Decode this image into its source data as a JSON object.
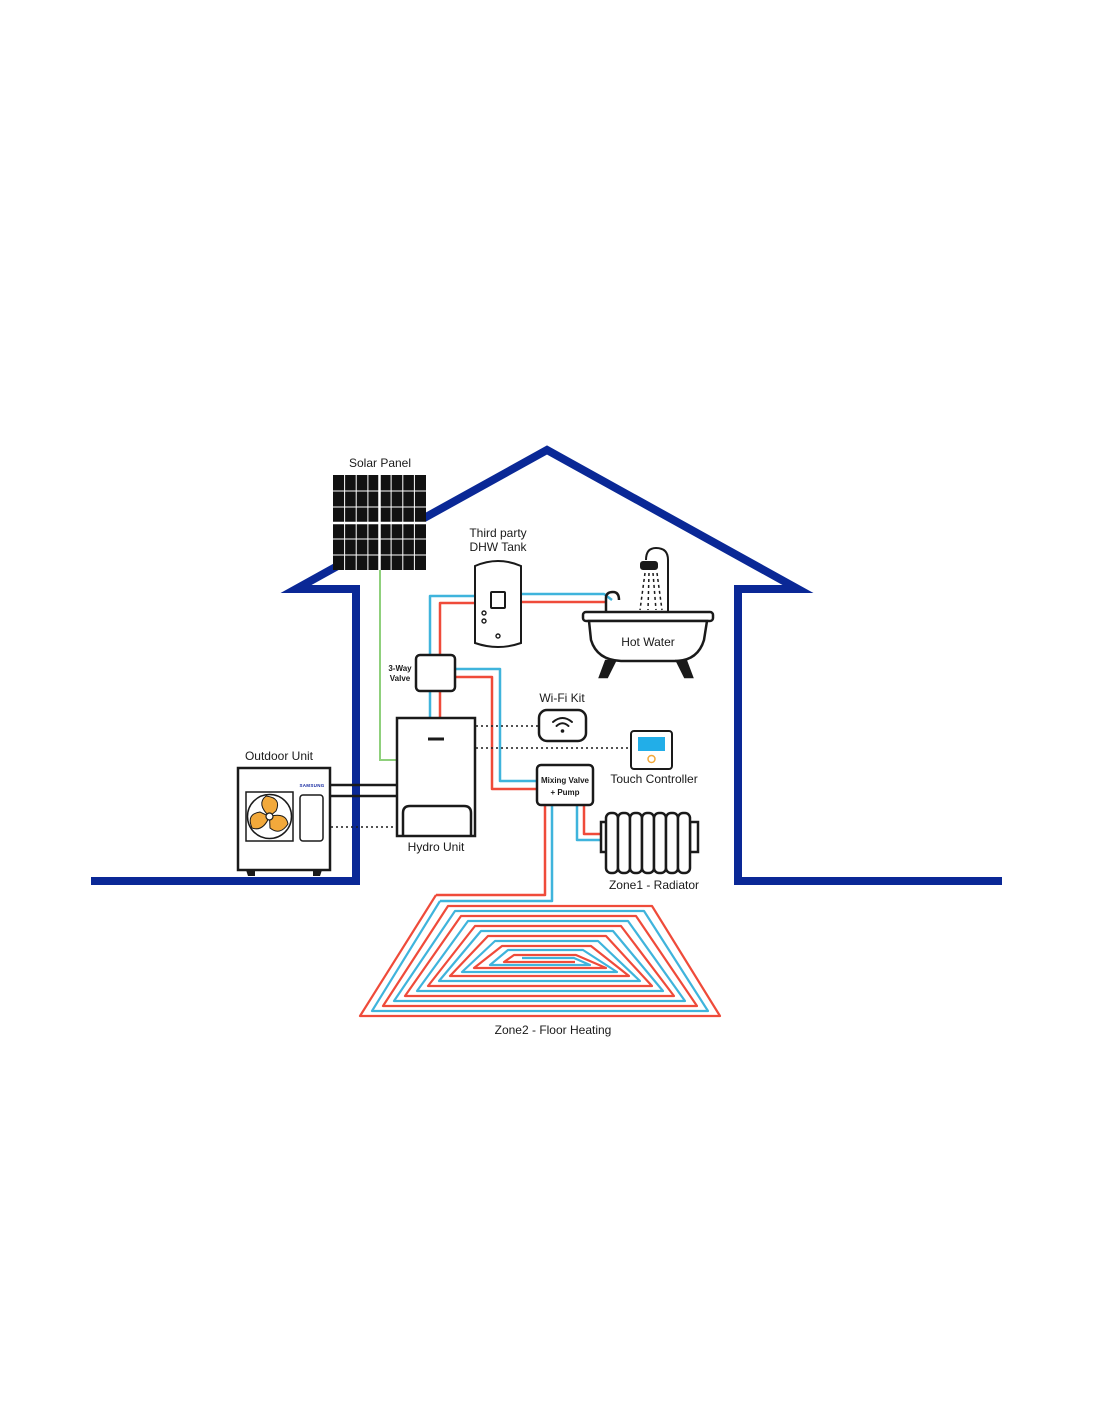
{
  "labels": {
    "solar_panel": "Solar Panel",
    "dhw_tank_line1": "Third party",
    "dhw_tank_line2": "DHW Tank",
    "hot_water": "Hot Water",
    "three_way_valve_line1": "3-Way",
    "three_way_valve_line2": "Valve",
    "wifi_kit": "Wi-Fi Kit",
    "touch_controller": "Touch Controller",
    "outdoor_unit": "Outdoor Unit",
    "mixing_valve_line1": "Mixing Valve",
    "mixing_valve_line2": "+ Pump",
    "hydro_unit": "Hydro Unit",
    "zone1": "Zone1 - Radiator",
    "zone2": "Zone2 - Floor Heating",
    "brand": "SAMSUNG"
  },
  "colors": {
    "house_outline": "#0a2896",
    "hot_pipe": "#ef4b3a",
    "cold_pipe": "#3fb4dc",
    "solar_line": "#8fd07c",
    "fan": "#f2a93b",
    "controller_screen": "#22aee8",
    "outline": "#1a1a1a",
    "panel": "#111111"
  },
  "icons": [
    "solar-panel-icon",
    "dhw-tank-icon",
    "shower-icon",
    "bathtub-icon",
    "valve-icon",
    "wifi-icon",
    "touch-controller-icon",
    "outdoor-unit-icon",
    "fan-icon",
    "hydro-unit-icon",
    "mixing-valve-icon",
    "radiator-icon",
    "floor-heating-icon"
  ]
}
